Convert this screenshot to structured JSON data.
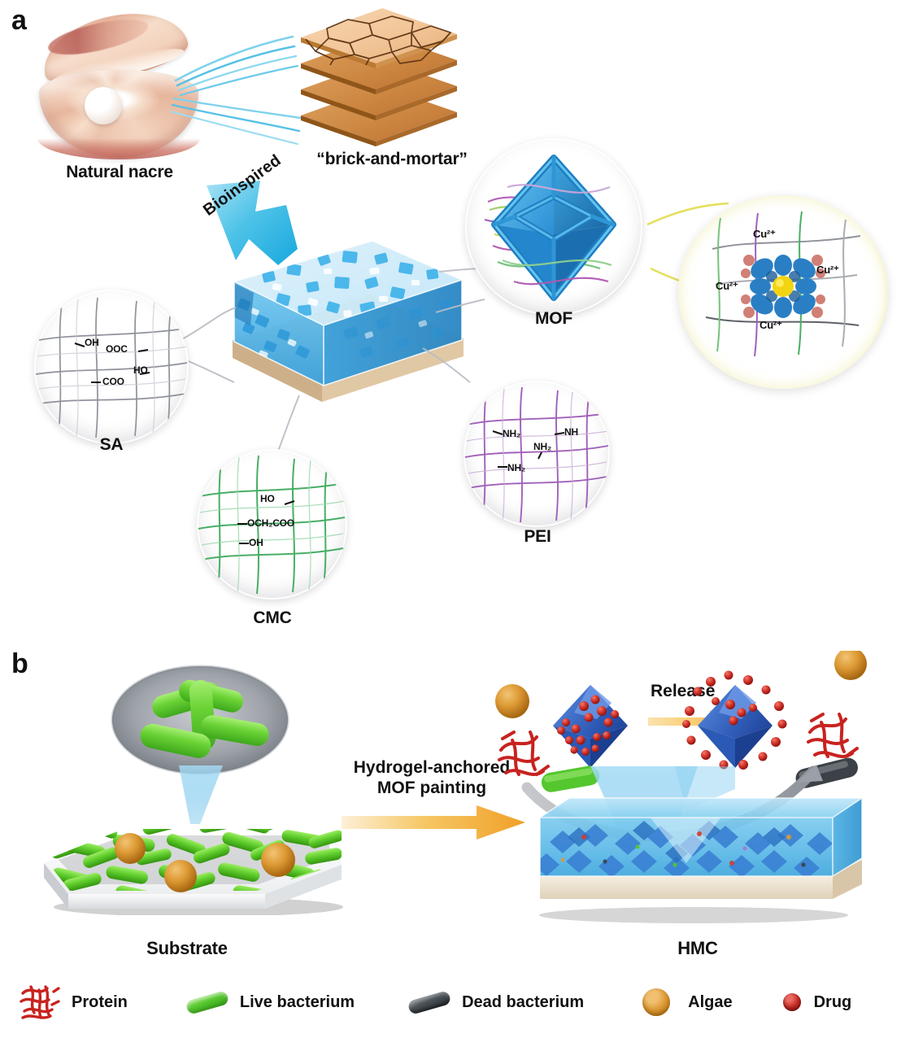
{
  "figure": {
    "panels": [
      {
        "id": "a",
        "label": "a"
      },
      {
        "id": "b",
        "label": "b"
      }
    ]
  },
  "panel_a": {
    "nacre_caption": "Natural nacre",
    "brick_caption": "“brick-and-mortar”",
    "bioinspired_label": "Bioinspired",
    "mof_caption": "MOF",
    "sa_caption": "SA",
    "cmc_caption": "CMC",
    "pei_caption": "PEI",
    "sa_groups": [
      "OH",
      "OOC",
      "COO",
      "HO"
    ],
    "cmc_groups": [
      "HO",
      "OCH₂COO",
      "OH"
    ],
    "pei_groups": [
      "NH₂",
      "NH",
      "NH₂",
      "NH₂"
    ],
    "cu_labels": [
      "Cu²⁺",
      "Cu²⁺",
      "Cu²⁺",
      "Cu²⁺"
    ],
    "colors": {
      "sa_chain": "#8a8d96",
      "cmc_chain": "#3faa5e",
      "pei_chain": "#9b59b6",
      "mof_blue": "#2b8fd6",
      "hydrogel_blue": "#35a8e8",
      "bioinspired_arrow": "#36bde4",
      "cu_ring": "#e3de55",
      "nacre_tan": "#f0c8ae",
      "brick_tan": "#e9b079"
    }
  },
  "panel_b": {
    "substrate_caption": "Substrate",
    "hmc_caption": "HMC",
    "process_label_line1": "Hydrogel-anchored",
    "process_label_line2": "MOF painting",
    "release_label": "Release",
    "colors": {
      "live_bacterium": "#55c72e",
      "dead_bacterium": "#4b5257",
      "algae": "#dd9a34",
      "drug": "#c32b24",
      "protein": "#c8231f",
      "hydrogel": "#5bc0ee",
      "base_layer": "#efe3d2",
      "process_arrow": "#f0a93c"
    }
  },
  "legend": {
    "items": [
      {
        "icon": "protein-ribbon-icon",
        "label": "Protein"
      },
      {
        "icon": "live-bacterium-rod-icon",
        "label": "Live bacterium"
      },
      {
        "icon": "dead-bacterium-rod-icon",
        "label": "Dead bacterium"
      },
      {
        "icon": "algae-sphere-icon",
        "label": "Algae"
      },
      {
        "icon": "drug-sphere-icon",
        "label": "Drug"
      }
    ]
  }
}
